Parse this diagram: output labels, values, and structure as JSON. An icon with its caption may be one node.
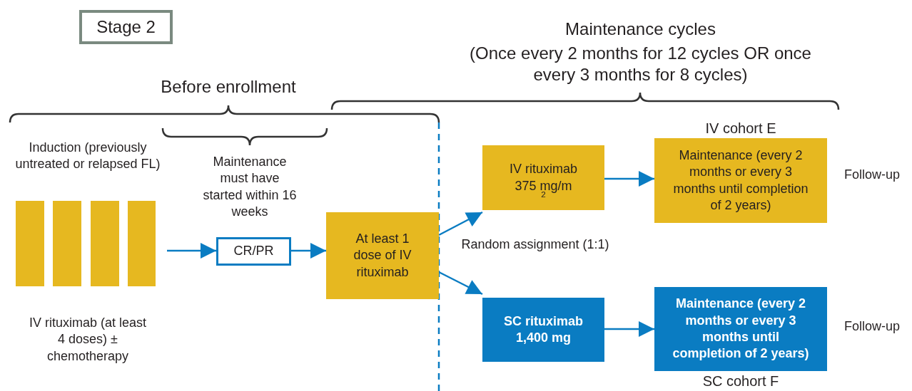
{
  "diagram": {
    "nodes": [
      {
        "text": [
          "Stage 2"
        ]
      },
      {
        "text": [
          "Induction (previously untreated or relapsed FL)"
        ],
        "beside": [
          "IV rituximab (at least 4 doses) ± chemotherapy"
        ]
      },
      {
        "text": [
          "CR/PR"
        ]
      },
      {
        "text": [
          "At least 1 dose of IV rituximab"
        ]
      },
      {
        "text": [
          "IV rituximab 375 mg/m$^{2}$"
        ]
      },
      {
        "text": [
          "IV cohort E",
          "Maintenance (every 2 months or every 3 months until completion of 2 years)"
        ]
      },
      {
        "text": [
          "SC rituximab 1,400 mg"
        ]
      },
      {
        "text": [
          "Maintenance (every 2 months or every 3 months until completion of 2 years)",
          "SC cohort F"
        ]
      }
    ],
    "edges": [
      {
        "from": 1,
        "to": 2,
        "arrow": "to"
      },
      {
        "from": 2,
        "to": 3,
        "arrow": "to"
      },
      {
        "from": 3,
        "to": 4,
        "arrow": "to"
      },
      {
        "from": 3,
        "to": 6,
        "arrow": "to"
      },
      {
        "from": 4,
        "to": 5,
        "arrow": "to"
      },
      {
        "from": 6,
        "to": 7,
        "arrow": "to"
      }
    ],
    "labels": [
      "Maintenance cycles",
      "(Once every 2 months for 12 cycles OR once every 3 months for 8 cycles)",
      "Before enrollment",
      "Maintenance must have started within 16 weeks",
      "Random assignment (1:1)",
      "Follow-up",
      "Follow-up"
    ]
  }
}
